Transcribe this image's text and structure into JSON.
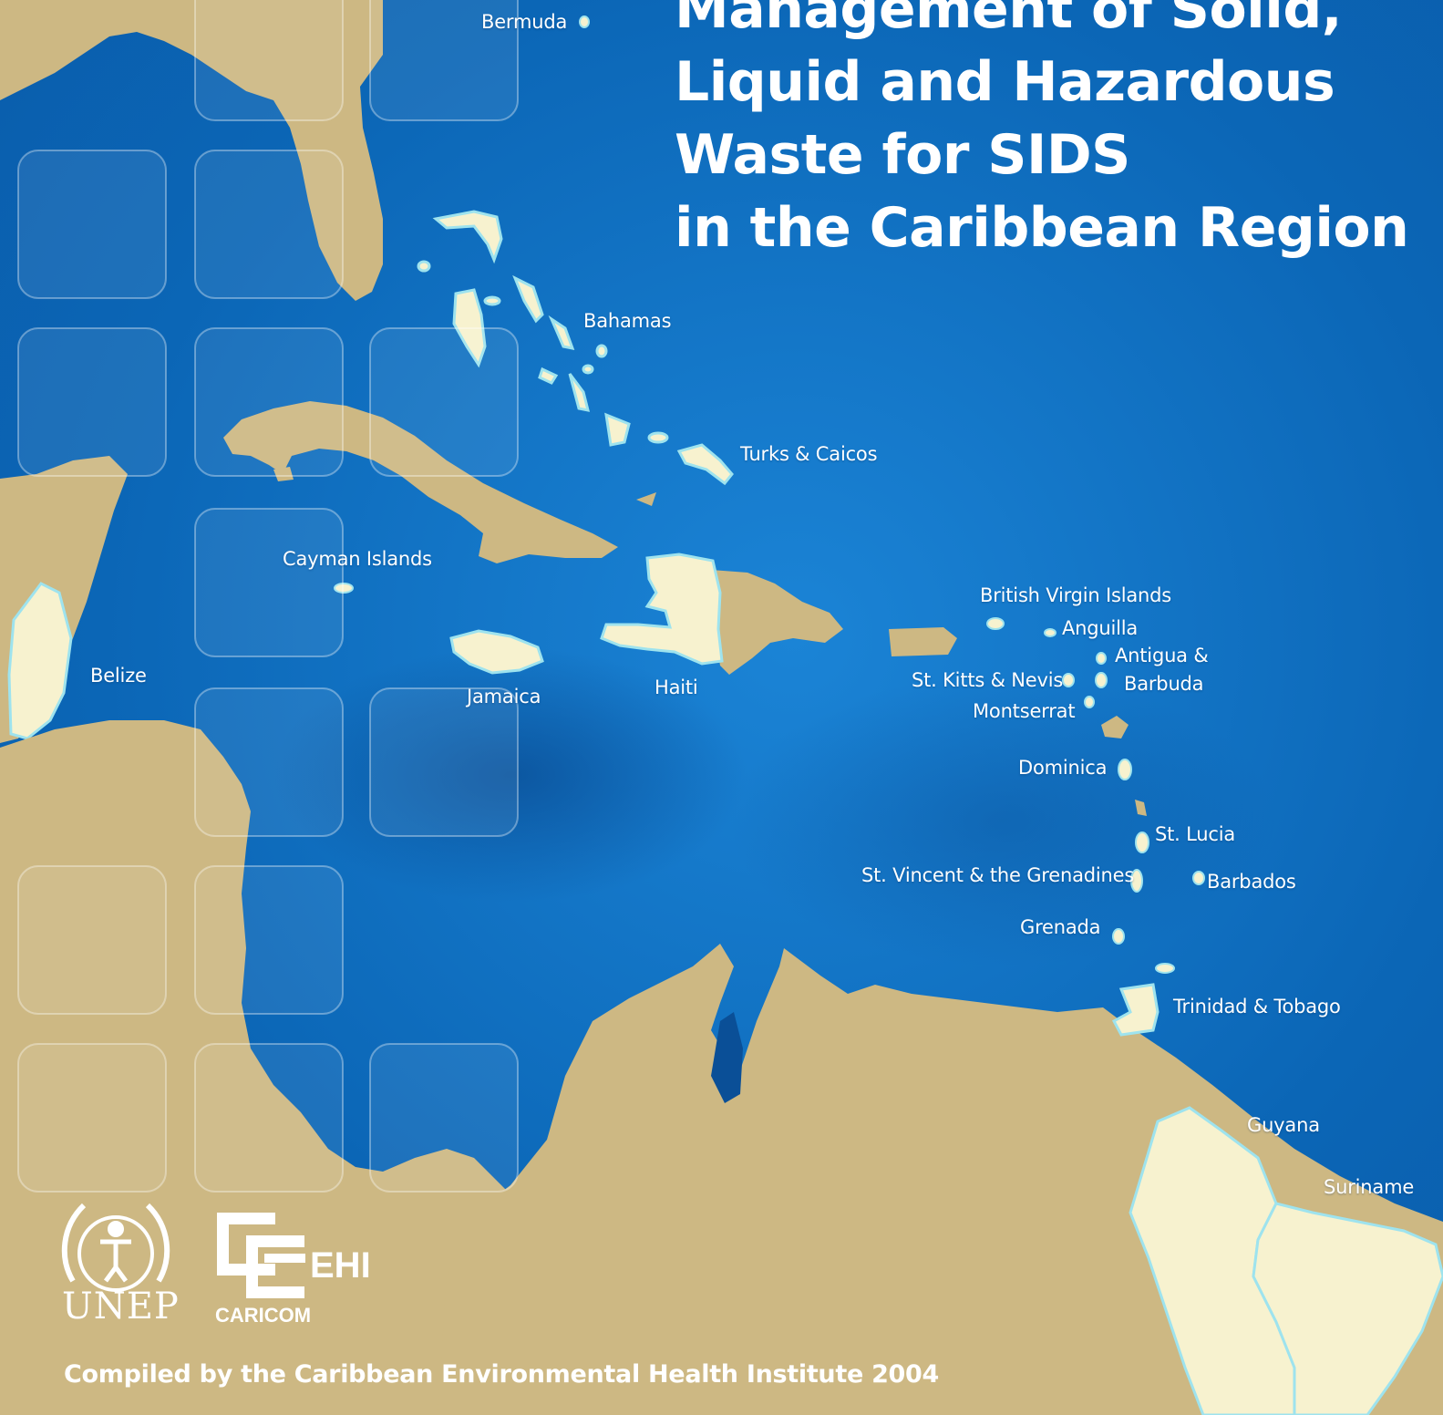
{
  "title": {
    "lines": [
      "Management of Solid,",
      "Liquid and Hazardous",
      "Waste for SIDS",
      "in the Caribbean Region"
    ]
  },
  "labels": {
    "bermuda": "Bermuda",
    "bahamas": "Bahamas",
    "turks_caicos": "Turks & Caicos",
    "cayman": "Cayman Islands",
    "belize": "Belize",
    "jamaica": "Jamaica",
    "haiti": "Haiti",
    "bvi": "British Virgin Islands",
    "anguilla": "Anguilla",
    "antigua_1": "Antigua &",
    "antigua_2": "Barbuda",
    "st_kitts": "St. Kitts & Nevis",
    "montserrat": "Montserrat",
    "dominica": "Dominica",
    "st_lucia": "St. Lucia",
    "st_vincent": "St. Vincent & the Grenadines",
    "barbados": "Barbados",
    "grenada": "Grenada",
    "trinidad": "Trinidad & Tobago",
    "guyana": "Guyana",
    "suriname": "Suriname"
  },
  "logos": {
    "unep": "UNEP",
    "ehi": "EHI",
    "caricom": "CARICOM"
  },
  "credit": "Compiled by the Caribbean Environmental Health Institute  2004",
  "colors": {
    "sea": "#0a63b4",
    "land": "#cdb883",
    "sids_land": "#f7f2cf",
    "island_outline": "#9ee3ee",
    "text": "#ffffff"
  },
  "icons": {
    "unep_logo": "unep-laurel-logo",
    "caricom_logo": "caricom-ehi-logo"
  }
}
